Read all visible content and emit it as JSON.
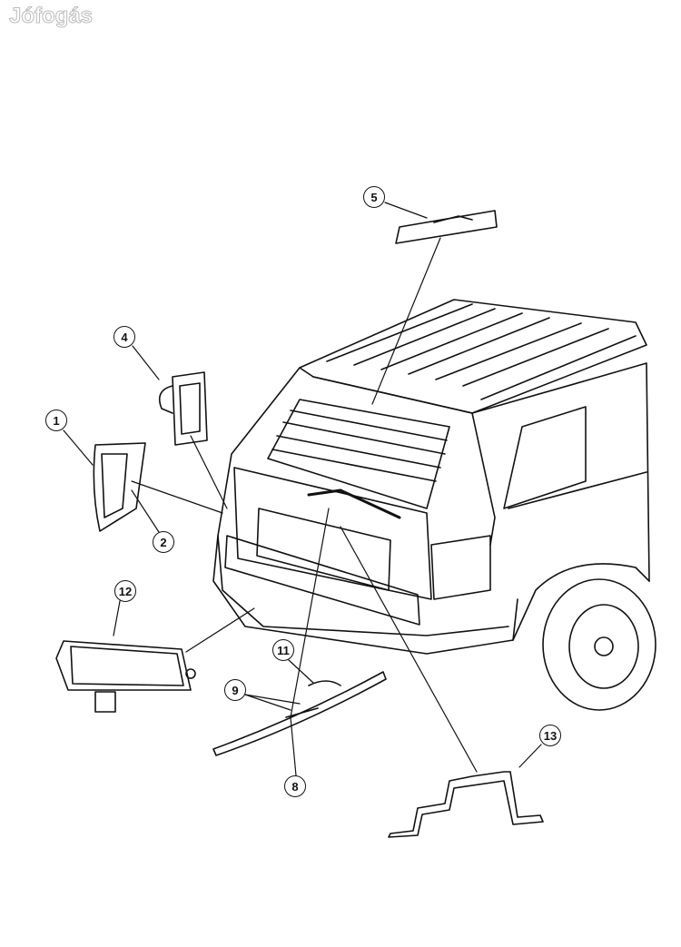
{
  "watermark": "Jófogás",
  "callouts": {
    "c1": "1",
    "c2": "2",
    "c4": "4",
    "c5": "5",
    "c8": "8",
    "c9": "9",
    "c11": "11",
    "c12": "12",
    "c13": "13"
  }
}
